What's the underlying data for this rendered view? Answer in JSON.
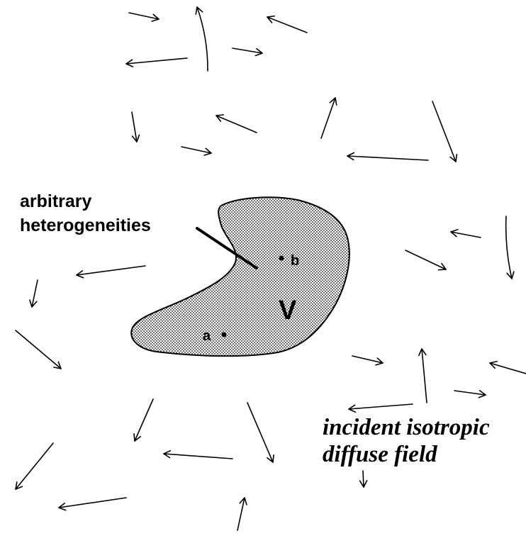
{
  "diagram": {
    "labels": {
      "heterogeneities_line1": "arbitrary",
      "heterogeneities_line2": "heterogeneities",
      "point_a": "a",
      "point_b": "b",
      "volume": "V",
      "field_line1": "incident isotropic",
      "field_line2": "diffuse field"
    },
    "colors": {
      "ink": "#000000",
      "background": "#ffffff",
      "region_fill": "#dcdcdc"
    },
    "icons": [
      "arrow"
    ]
  }
}
